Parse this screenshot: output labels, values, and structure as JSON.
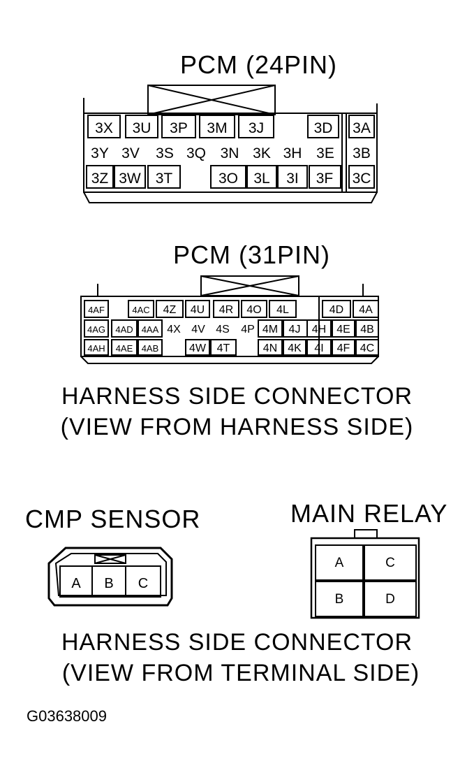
{
  "pcm24": {
    "title": "PCM (24PIN)",
    "pins": [
      [
        "3X",
        "3U",
        "3P",
        "3M",
        "3J",
        "3D",
        "3A"
      ],
      [
        "3Y",
        "3V",
        "3S",
        "3Q",
        "3N",
        "3K",
        "3H",
        "3E",
        "3B"
      ],
      [
        "3Z",
        "3W",
        "3T",
        "3O",
        "3L",
        "3I",
        "3F",
        "3C"
      ]
    ]
  },
  "pcm31": {
    "title": "PCM (31PIN)",
    "pins": [
      [
        "4AF",
        "4AC",
        "4Z",
        "4U",
        "4R",
        "4O",
        "4L",
        "4D",
        "4A"
      ],
      [
        "4AG",
        "4AD",
        "4AA",
        "4X",
        "4V",
        "4S",
        "4P",
        "4M",
        "4J",
        "4H",
        "4E",
        "4B"
      ],
      [
        "4AH",
        "4AE",
        "4AB",
        "4W",
        "4T",
        "4N",
        "4K",
        "4I",
        "4F",
        "4C"
      ]
    ]
  },
  "caption_harness": [
    "HARNESS SIDE CONNECTOR",
    "(VIEW FROM HARNESS SIDE)"
  ],
  "cmp_sensor": {
    "title": "CMP SENSOR",
    "pins": [
      "A",
      "B",
      "C"
    ]
  },
  "main_relay": {
    "title": "MAIN RELAY",
    "pins": [
      "A",
      "C",
      "B",
      "D"
    ]
  },
  "caption_terminal": [
    "HARNESS SIDE CONNECTOR",
    "(VIEW FROM TERMINAL SIDE)"
  ],
  "figure_code": "G03638009"
}
